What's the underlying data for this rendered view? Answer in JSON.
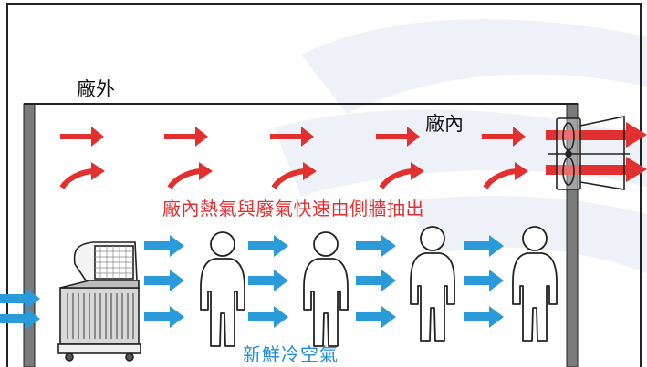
{
  "labels": {
    "outside": "廠外",
    "inside": "廠內",
    "hot_air_exhaust": "廠內熱氣與廢氣快速由側牆抽出",
    "fresh_cool_air": "新鮮冷空氣"
  },
  "colors": {
    "hot_arrow": "#e0302f",
    "cool_arrow": "#2a9ad8",
    "wall": "#7b7b7b",
    "outline": "#1a1a1a",
    "background_swoosh": "#eef1f8"
  },
  "icons": [
    "evaporative-air-cooler-icon",
    "exhaust-fan-icon",
    "person-icon"
  ]
}
